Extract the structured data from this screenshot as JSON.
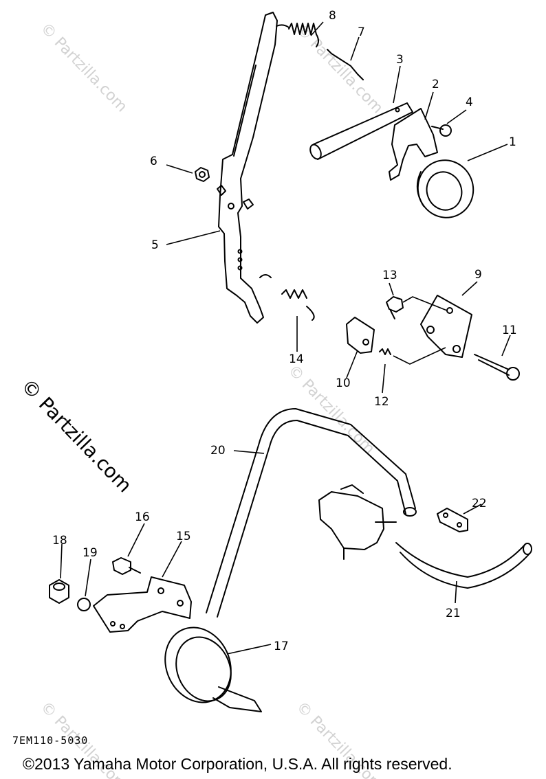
{
  "diagram_code": "7EM110-5030",
  "copyright": "©2013 Yamaha Motor Corporation, U.S.A. All rights reserved.",
  "watermark": "© Partzilla.com",
  "callouts": [
    "1",
    "2",
    "3",
    "4",
    "5",
    "6",
    "7",
    "8",
    "9",
    "10",
    "11",
    "12",
    "13",
    "14",
    "15",
    "16",
    "17",
    "18",
    "19",
    "20",
    "21",
    "22"
  ]
}
